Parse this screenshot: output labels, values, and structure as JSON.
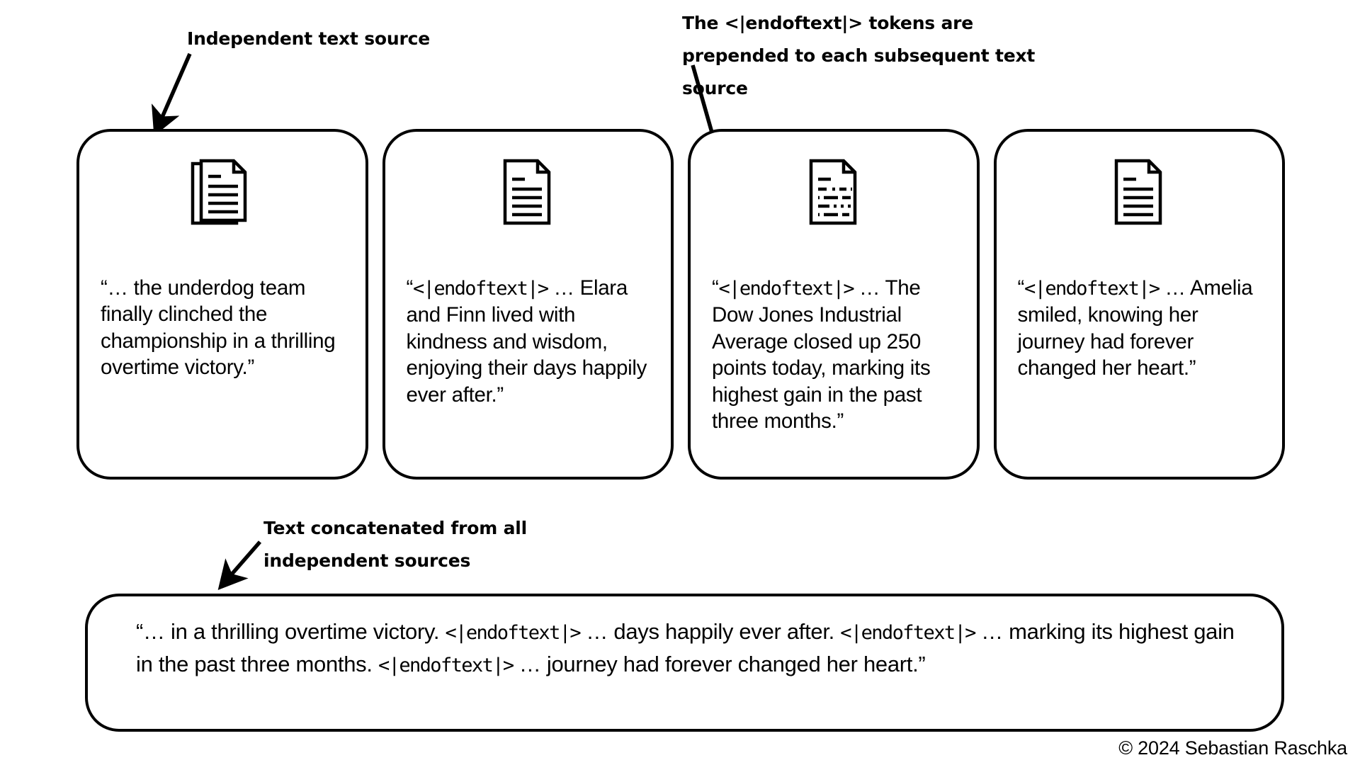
{
  "annotations": {
    "independent_source": "Independent text source",
    "endoftext_note": "The <|endoftext|> tokens are prepended to each subsequent text source",
    "concatenated_note": "Text concatenated from all independent sources"
  },
  "cards": [
    {
      "icon": "stacked-documents-icon",
      "open_quote": "“",
      "token": "",
      "ellipsis": "… ",
      "body": "the underdog team finally clinched the championship in a thrilling overtime victory.”"
    },
    {
      "icon": "document-lines-icon",
      "open_quote": "“",
      "token": "<|endoftext|>",
      "ellipsis": " … ",
      "body": "Elara and Finn lived with kindness and wisdom, enjoying their days happily ever after.”"
    },
    {
      "icon": "document-dashed-lines-icon",
      "open_quote": "“",
      "token": "<|endoftext|>",
      "ellipsis": " … ",
      "body": "The Dow Jones Industrial Average closed up 250 points today, marking its highest gain in the past three months.”"
    },
    {
      "icon": "document-lines-icon",
      "open_quote": "“",
      "token": "<|endoftext|>",
      "ellipsis": " … ",
      "body": "Amelia smiled, knowing her journey had forever changed her heart.”"
    }
  ],
  "concatenated": {
    "segments": [
      {
        "type": "text",
        "value": "“… in a thrilling overtime victory. "
      },
      {
        "type": "token",
        "value": "<|endoftext|>"
      },
      {
        "type": "text",
        "value": " … days happily ever after. "
      },
      {
        "type": "token",
        "value": "<|endoftext|>"
      },
      {
        "type": "text",
        "value": " … marking its highest gain in the past three months. "
      },
      {
        "type": "token",
        "value": "<|endoftext|>"
      },
      {
        "type": "text",
        "value": " … journey had forever changed her heart.”"
      }
    ]
  },
  "copyright": "© 2024 Sebastian Raschka",
  "colors": {
    "stroke": "#000000",
    "background": "#ffffff"
  }
}
